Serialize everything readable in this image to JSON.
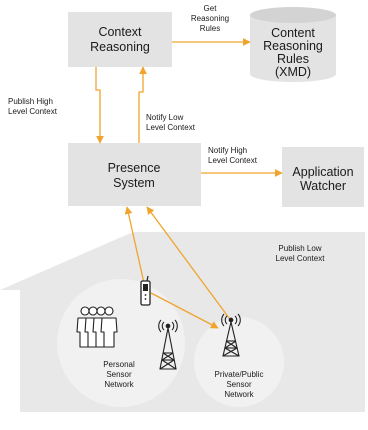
{
  "nodes": {
    "context_reasoning": {
      "line1": "Context",
      "line2": "Reasoning"
    },
    "content_rules": {
      "line1": "Content",
      "line2": "Reasoning",
      "line3": "Rules",
      "line4": "(XMD)"
    },
    "presence_system": {
      "line1": "Presence",
      "line2": "System"
    },
    "application_watcher": {
      "line1": "Application",
      "line2": "Watcher"
    },
    "personal_sensor_network": {
      "line1": "Personal",
      "line2": "Sensor",
      "line3": "Network"
    },
    "private_public_sensor_network": {
      "line1": "Private/Public",
      "line2": "Sensor",
      "line3": "Network"
    }
  },
  "edges": {
    "get_reasoning_rules": {
      "line1": "Get",
      "line2": "Reasoning",
      "line3": "Rules"
    },
    "publish_high_level_context": {
      "line1": "Publish High",
      "line2": "Level Context"
    },
    "notify_low_level_context": {
      "line1": "Notify Low",
      "line2": "Level Context"
    },
    "notify_high_level_context": {
      "line1": "Notify High",
      "line2": "Level Context"
    },
    "publish_low_level_context": {
      "line1": "Publish Low",
      "line2": "Level Context"
    }
  },
  "colors": {
    "box_fill": "#e3e3e3",
    "house_fill": "#e8e8e8",
    "circle_fill": "#f1f1f1",
    "arrow": "#f0a42e",
    "text": "#1a1a1a"
  }
}
